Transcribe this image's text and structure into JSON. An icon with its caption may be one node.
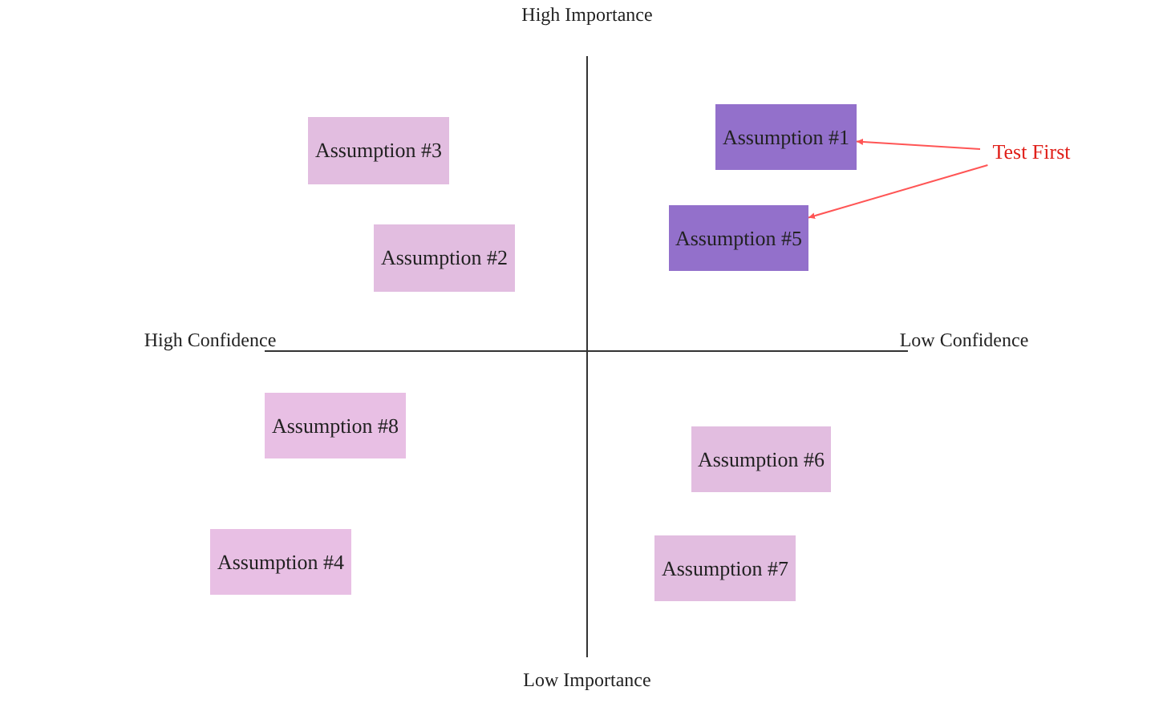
{
  "diagram": {
    "nodes": [
      {
        "text": [
          "Assumption #3"
        ]
      },
      {
        "text": [
          "Assumption #1"
        ]
      },
      {
        "text": [
          "Test First"
        ]
      },
      {
        "text": [
          "Assumption #5"
        ]
      },
      {
        "text": [
          "Assumption #2"
        ]
      },
      {
        "text": [
          "Assumption #8"
        ]
      },
      {
        "text": [
          "Assumption #6"
        ]
      },
      {
        "text": [
          "Assumption #4"
        ]
      },
      {
        "text": [
          "Assumption #7"
        ]
      }
    ],
    "edges": [
      {
        "from": 2,
        "to": 1,
        "arrow": "to",
        "color": "#ff5555"
      },
      {
        "from": 2,
        "to": 3,
        "arrow": "to",
        "color": "#ff5555"
      }
    ],
    "labels": [
      "High Importance",
      "High Confidence",
      "Low Confidence",
      "Low Importance"
    ]
  }
}
